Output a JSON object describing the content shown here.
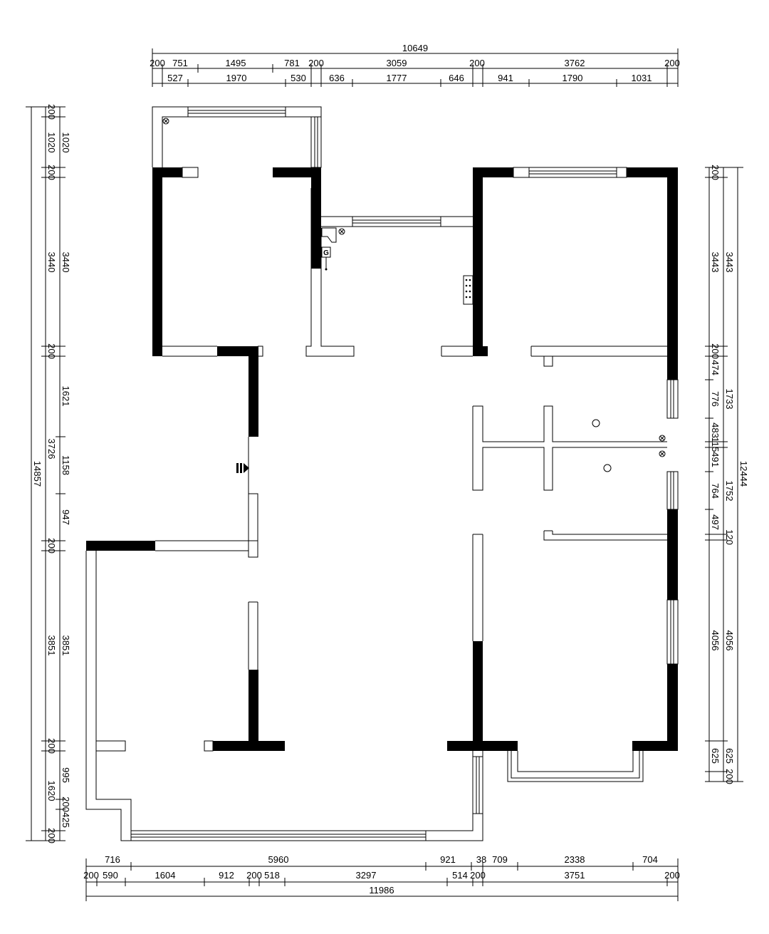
{
  "top": {
    "total": "10649",
    "row1": [
      "200",
      "751",
      "1495",
      "781",
      "200",
      "3059",
      "200",
      "3762",
      "200"
    ],
    "row2": [
      "527",
      "1970",
      "530",
      "636",
      "1777",
      "646",
      "941",
      "1790",
      "1031"
    ]
  },
  "bottom": {
    "row1": [
      "716",
      "5960",
      "921",
      "38",
      "709",
      "2338",
      "704"
    ],
    "row2": [
      "200",
      "590",
      "1604",
      "912",
      "200",
      "518",
      "3297",
      "514",
      "200",
      "3751",
      "200"
    ],
    "total": "11986"
  },
  "left": {
    "total": "14857",
    "outer": [
      "200",
      "1020",
      "200",
      "3440",
      "200",
      "3726",
      "200",
      "3851",
      "200",
      "1620",
      "200"
    ],
    "inner": [
      "1020",
      "3440",
      "1621",
      "1158",
      "947",
      "3851",
      "995",
      "200",
      "425"
    ]
  },
  "right": {
    "total": "12444",
    "outer": [
      "200",
      "3443",
      "200",
      "474",
      "776",
      "483",
      "115",
      "491",
      "764",
      "497",
      "120",
      "4056",
      "625",
      "200"
    ],
    "inner": [
      "3443",
      "1733",
      "1752",
      "4056",
      "625"
    ]
  },
  "symbols": {
    "gas_meter": "G",
    "entrance": "entrance-arrow-icon"
  }
}
